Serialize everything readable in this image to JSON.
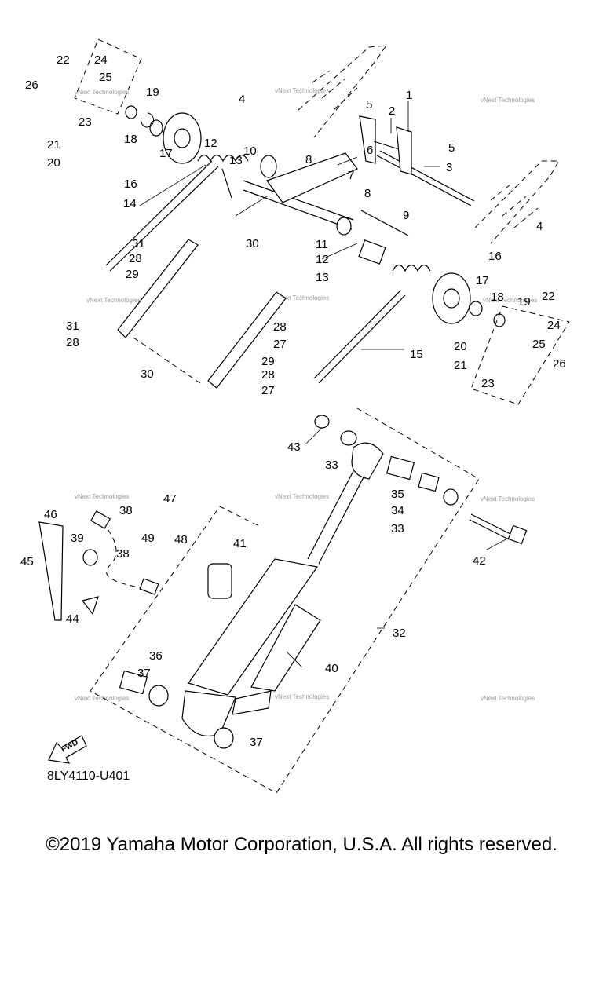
{
  "diagram": {
    "code": "8LY4110-U401",
    "fwd_label": "FWD",
    "watermark": "vNext Technologies",
    "callouts": [
      "1",
      "2",
      "3",
      "4",
      "5",
      "6",
      "7",
      "8",
      "9",
      "10",
      "11",
      "12",
      "13",
      "14",
      "15",
      "16",
      "17",
      "18",
      "19",
      "20",
      "21",
      "22",
      "23",
      "24",
      "25",
      "26",
      "27",
      "28",
      "29",
      "30",
      "31",
      "32",
      "33",
      "34",
      "35",
      "36",
      "37",
      "38",
      "39",
      "40",
      "41",
      "42",
      "43",
      "44",
      "45",
      "46",
      "47",
      "48",
      "49"
    ]
  },
  "footer": {
    "copyright": "©2019 Yamaha Motor Corporation, U.S.A. All rights reserved."
  }
}
